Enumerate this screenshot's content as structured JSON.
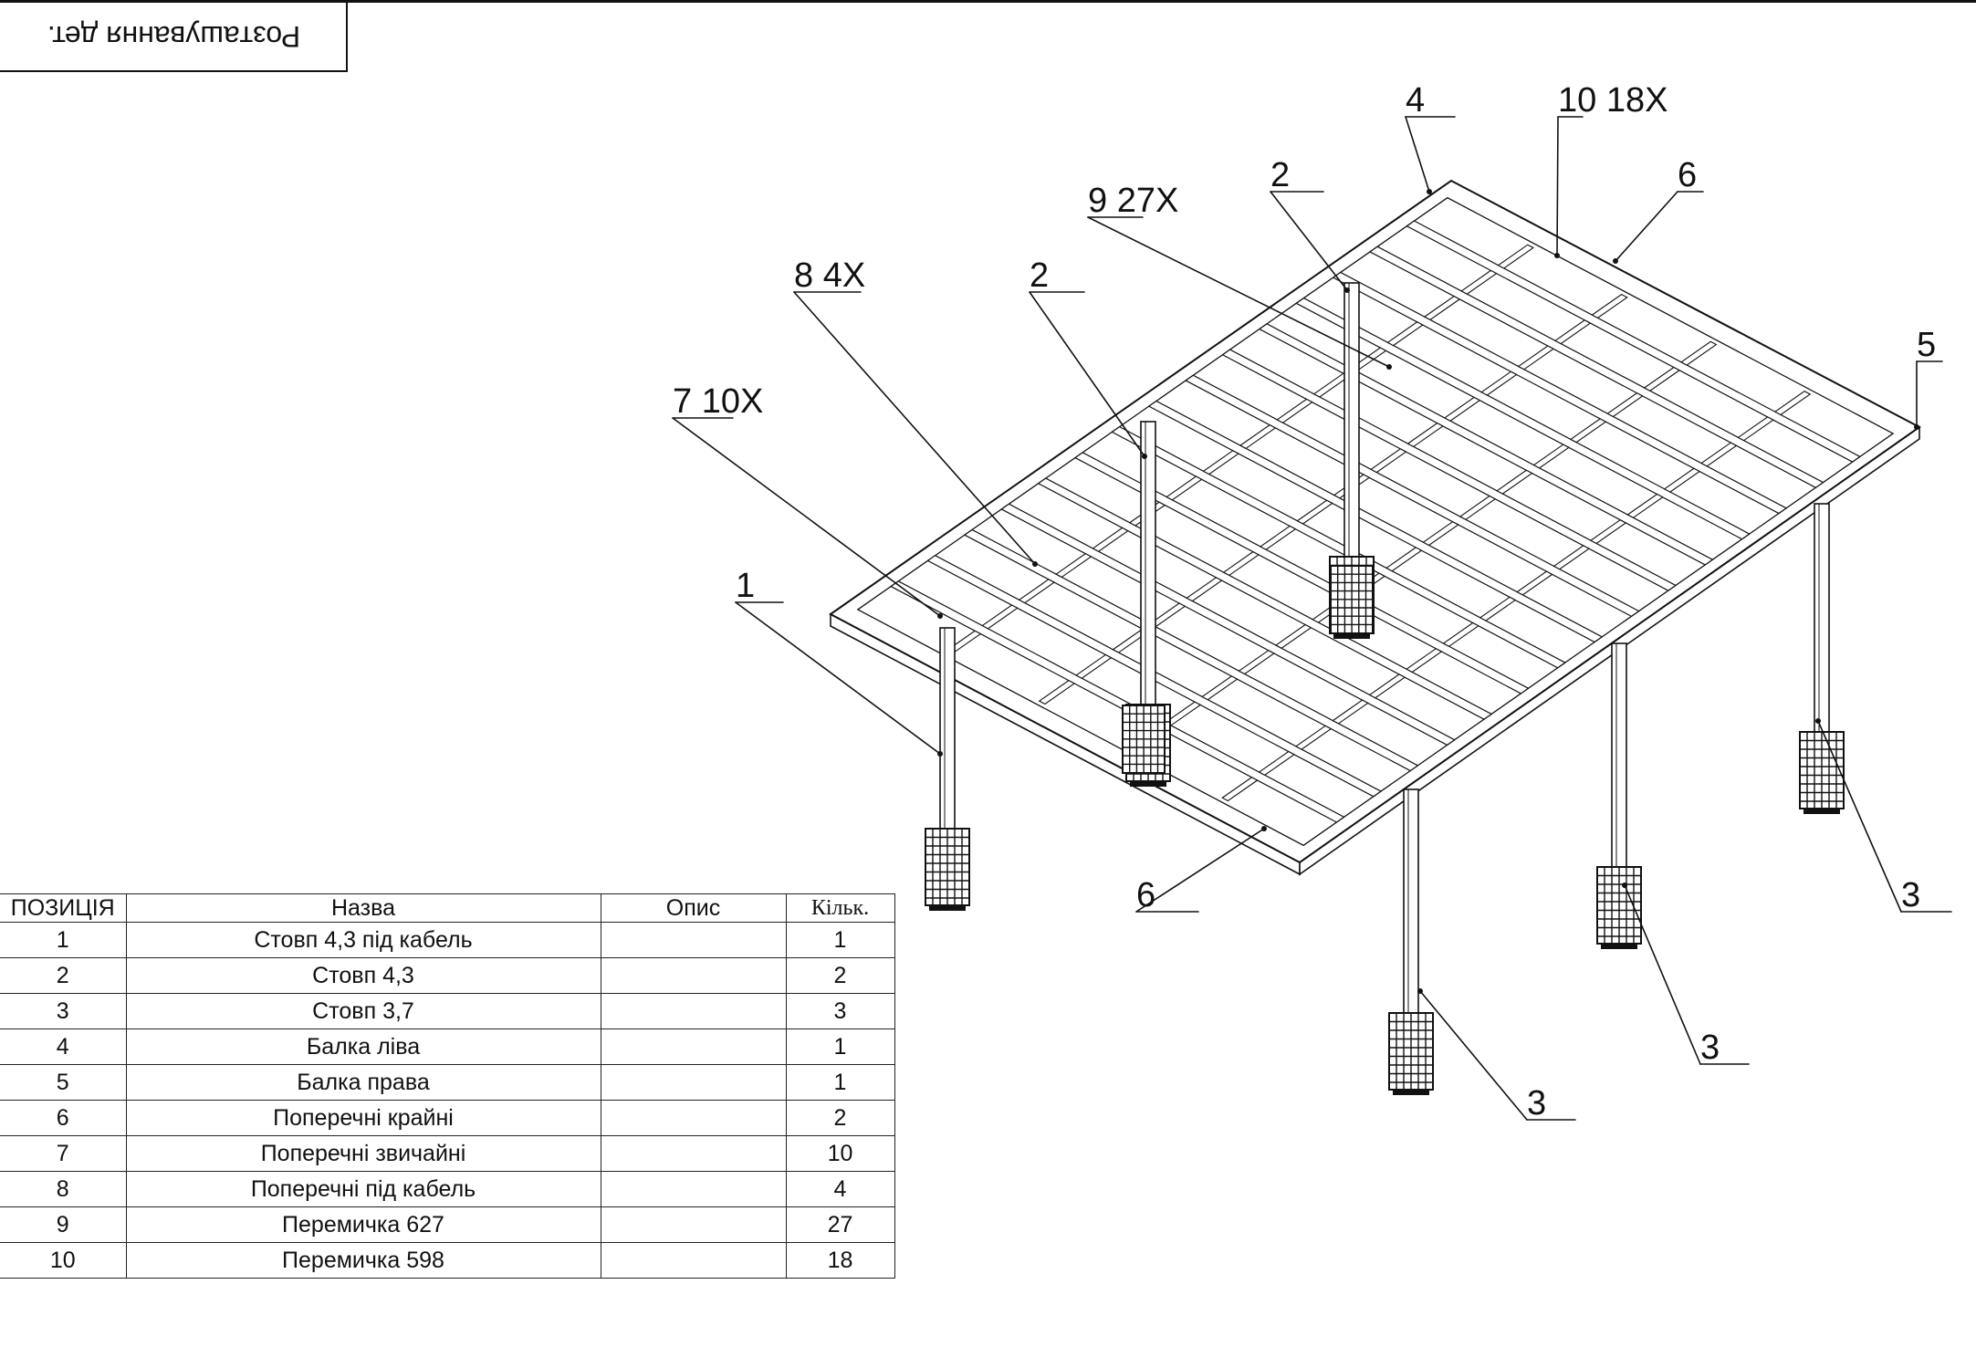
{
  "title": "Розташування дет.",
  "callouts": [
    {
      "text": "4"
    },
    {
      "text": "10  18X"
    },
    {
      "text": "2"
    },
    {
      "text": "6"
    },
    {
      "text": "9  27X"
    },
    {
      "text": "8  4X"
    },
    {
      "text": "2"
    },
    {
      "text": "5"
    },
    {
      "text": "7  10X"
    },
    {
      "text": "1"
    },
    {
      "text": "6"
    },
    {
      "text": "3"
    },
    {
      "text": "3"
    },
    {
      "text": "3"
    }
  ],
  "bom": {
    "headers": {
      "position": "ПОЗИЦІЯ",
      "name": "Назва",
      "description": "Опис",
      "quantity": "Кільк."
    },
    "rows": [
      {
        "position": "1",
        "name": "Стовп 4,3 під кабель",
        "description": "",
        "quantity": "1"
      },
      {
        "position": "2",
        "name": "Стовп 4,3",
        "description": "",
        "quantity": "2"
      },
      {
        "position": "3",
        "name": "Стовп 3,7",
        "description": "",
        "quantity": "3"
      },
      {
        "position": "4",
        "name": "Балка ліва",
        "description": "",
        "quantity": "1"
      },
      {
        "position": "5",
        "name": "Балка права",
        "description": "",
        "quantity": "1"
      },
      {
        "position": "6",
        "name": "Поперечні крайні",
        "description": "",
        "quantity": "2"
      },
      {
        "position": "7",
        "name": "Поперечні звичайні",
        "description": "",
        "quantity": "10"
      },
      {
        "position": "8",
        "name": "Поперечні під кабель",
        "description": "",
        "quantity": "4"
      },
      {
        "position": "9",
        "name": "Перемичка 627",
        "description": "",
        "quantity": "27"
      },
      {
        "position": "10",
        "name": "Перемичка 598",
        "description": "",
        "quantity": "18"
      }
    ]
  }
}
